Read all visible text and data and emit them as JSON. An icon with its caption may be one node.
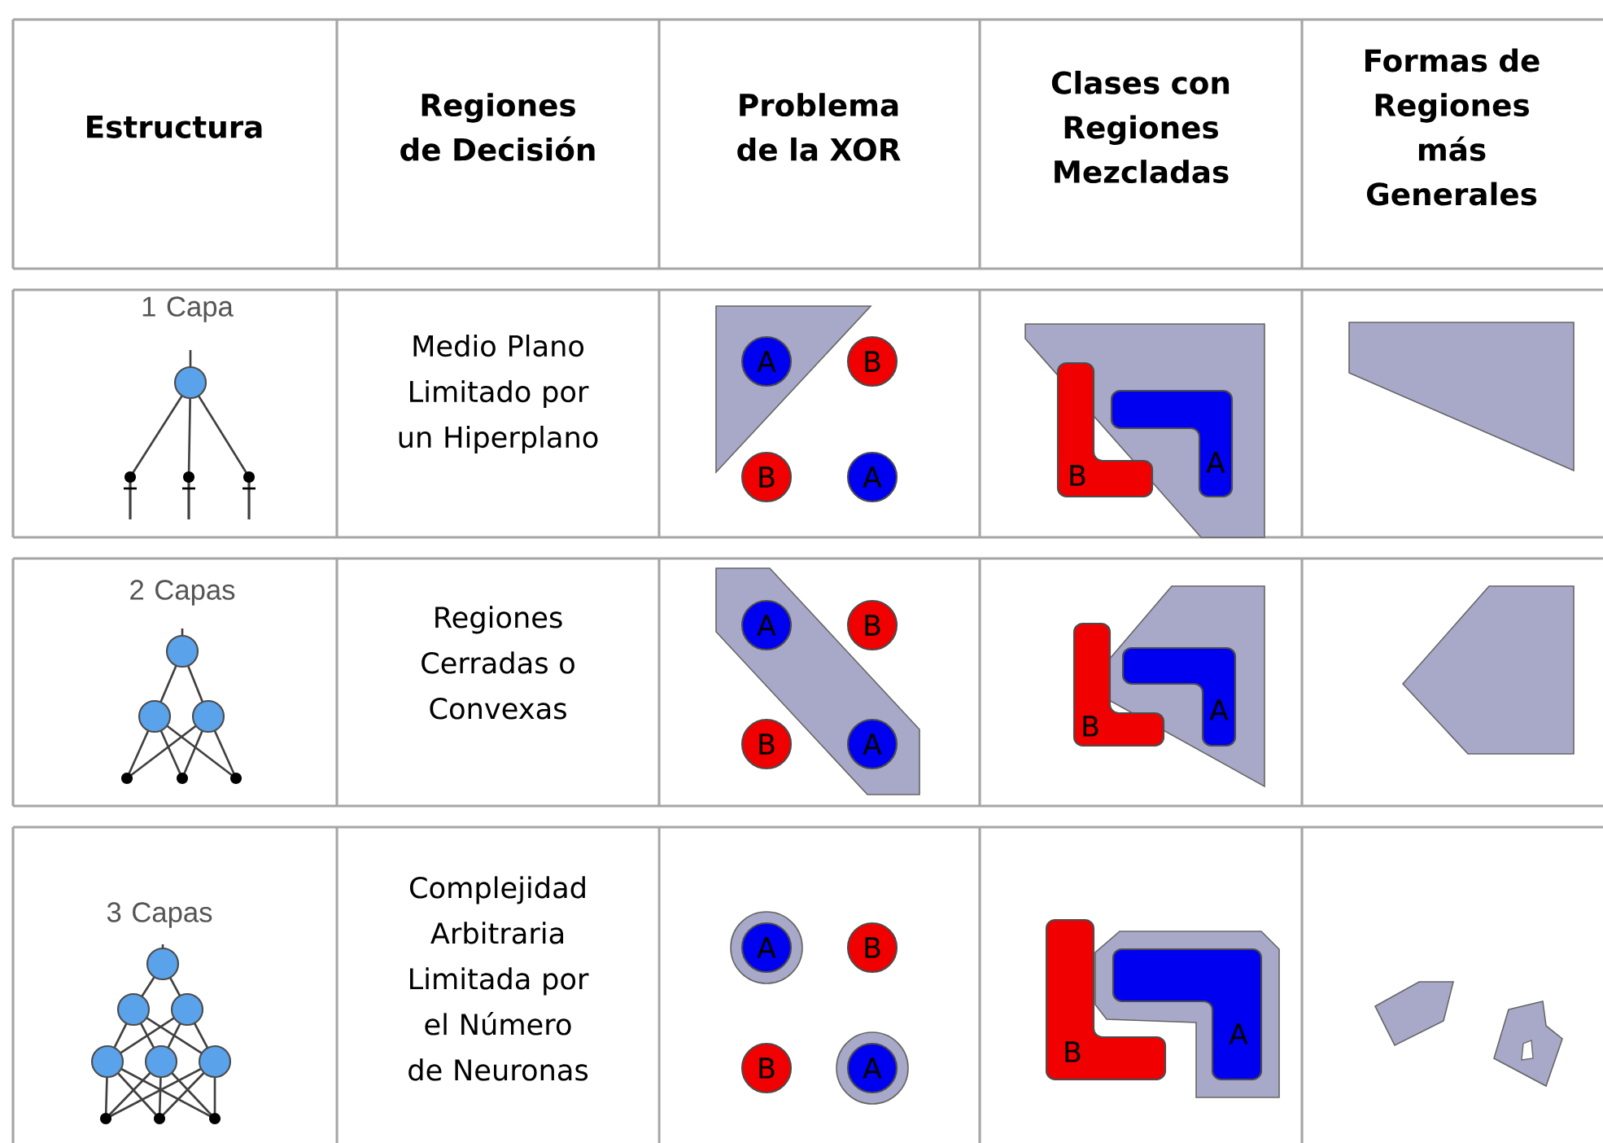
{
  "diagram": {
    "nodes": [
      {
        "text": [
          "A"
        ]
      },
      {
        "text": [
          "B"
        ]
      },
      {
        "text": [
          "B"
        ]
      },
      {
        "text": [
          "A"
        ]
      },
      {
        "text": [
          "B"
        ]
      },
      {
        "text": [
          "A"
        ]
      },
      {
        "text": [
          "A"
        ]
      },
      {
        "text": [
          "B"
        ]
      },
      {
        "text": [
          "B"
        ]
      },
      {
        "text": [
          "A"
        ]
      },
      {
        "text": [
          "B"
        ]
      },
      {
        "text": [
          "A"
        ]
      },
      {
        "text": [
          "A"
        ]
      },
      {
        "text": [
          "B"
        ]
      },
      {
        "text": [
          "B"
        ]
      },
      {
        "text": [
          "A"
        ]
      },
      {
        "text": [
          "B"
        ]
      },
      {
        "text": [
          "A"
        ]
      }
    ],
    "labels": [
      "Estructura",
      "Regiones de Decisión",
      "Problema de la XOR",
      "Clases con Regiones Mezcladas",
      "Formas de Regiones más Generales",
      "1 Capa",
      "Medio Plano Limitado por un Hiperplano",
      "2 Capas",
      "Regiones Cerradas o Convexas",
      "3 Capas",
      "Complejidad Arbitraria Limitada por el Número de Neuronas"
    ]
  }
}
